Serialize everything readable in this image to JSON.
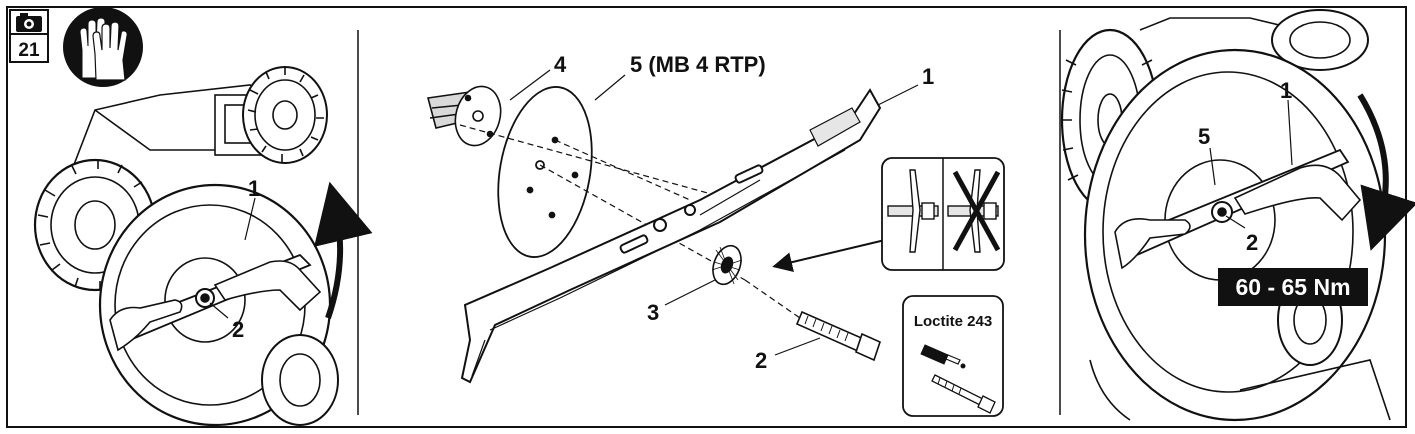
{
  "step": {
    "number": "21"
  },
  "panel_left": {
    "label_1": "1",
    "label_2": "2"
  },
  "panel_center": {
    "label_1": "1",
    "label_2": "2",
    "label_3": "3",
    "label_4": "4",
    "label_5": "5 (MB 4 RTP)",
    "threadlocker": "Loctite 243"
  },
  "panel_right": {
    "label_1": "1",
    "label_2": "2",
    "label_5": "5",
    "torque": "60 - 65 Nm"
  },
  "icons": [
    "camera-icon",
    "gloves-icon",
    "rotation-arrow-icon",
    "cross-out-icon"
  ],
  "colors": {
    "ink": "#111111",
    "paper": "#ffffff",
    "torque_bg": "#111111"
  }
}
